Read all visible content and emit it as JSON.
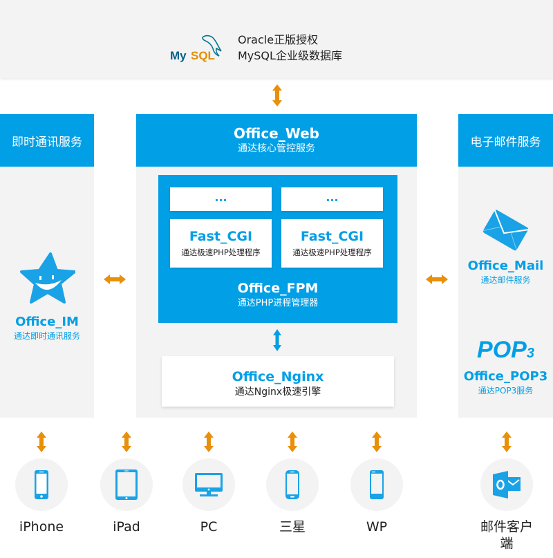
{
  "database": {
    "logo": "mysql-logo",
    "line1": "Oracle正版授权",
    "line2": "MySQL企业级数据库"
  },
  "columns": {
    "left": {
      "header": "即时通讯服务"
    },
    "center": {
      "header_title": "Office_Web",
      "header_sub": "通达核心管控服务"
    },
    "right": {
      "header": "电子邮件服务"
    }
  },
  "fpm": {
    "slots": [
      {
        "label": "..."
      },
      {
        "label": "..."
      }
    ],
    "workers": [
      {
        "title": "Fast_CGI",
        "sub": "通达极速PHP处理程序"
      },
      {
        "title": "Fast_CGI",
        "sub": "通达极速PHP处理程序"
      }
    ],
    "title": "Office_FPM",
    "sub": "通达PHP进程管理器"
  },
  "nginx": {
    "title": "Office_Nginx",
    "sub": "通达Nginx极速引擎"
  },
  "services": {
    "im": {
      "icon": "star-smile-icon",
      "title": "Office_IM",
      "sub": "通达即时通讯服务"
    },
    "mail": {
      "icon": "envelope-icon",
      "title": "Office_Mail",
      "sub": "通达邮件服务"
    },
    "pop3": {
      "icon": "pop3-logo",
      "logo_text": "POP",
      "logo_sub": "3",
      "title": "Office_POP3",
      "sub": "通达POP3服务"
    }
  },
  "devices": [
    {
      "icon": "phone-icon",
      "label": "iPhone"
    },
    {
      "icon": "tablet-icon",
      "label": "iPad"
    },
    {
      "icon": "monitor-icon",
      "label": "PC"
    },
    {
      "icon": "phone-icon",
      "label": "三星"
    },
    {
      "icon": "phone-icon",
      "label": "WP"
    },
    {
      "icon": "outlook-icon",
      "label": "邮件客户端"
    }
  ],
  "colors": {
    "primary": "#009fe6",
    "arrow_orange": "#e8900a",
    "panel_gray": "#f3f3f3"
  },
  "logo_text": {
    "my": "My",
    "sql": "SQL"
  }
}
